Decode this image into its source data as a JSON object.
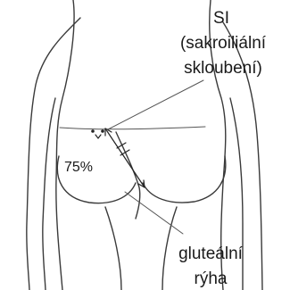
{
  "labels": {
    "si_line1": "SI",
    "si_line2": "(sakroiliální",
    "si_line3": "skloubení)",
    "percent": "75%",
    "gluteal_line1": "gluteální",
    "gluteal_line2": "rýha"
  }
}
